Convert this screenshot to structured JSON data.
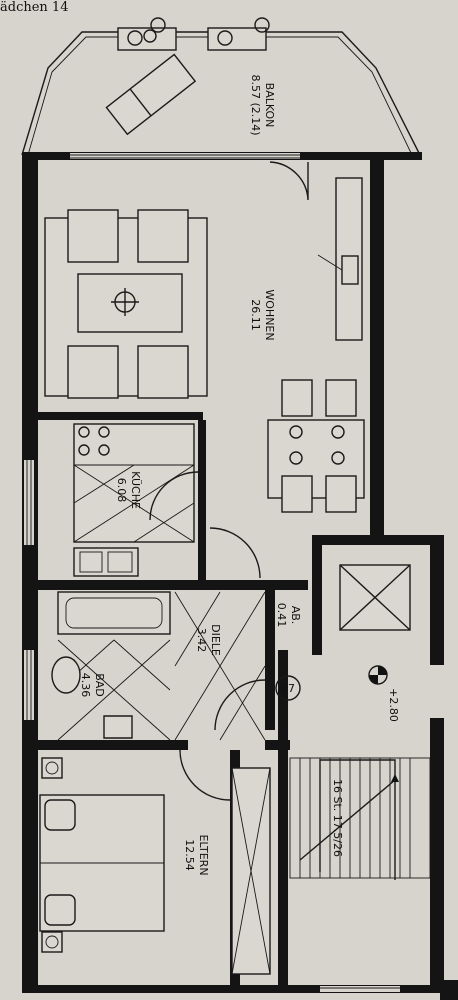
{
  "header": {
    "title": "ädchen 14"
  },
  "rooms": {
    "balkon": {
      "name": "BALKON",
      "area": "8.57 (2.14)"
    },
    "wohnen": {
      "name": "WOHNEN",
      "area": "26.11"
    },
    "kueche": {
      "name": "KÜCHE",
      "area": "6.08"
    },
    "ab": {
      "name": "AB.",
      "area": "0.41"
    },
    "diele": {
      "name": "DIELE",
      "area": "3.42"
    },
    "bad": {
      "name": "BAD",
      "area": "4.36"
    },
    "eltern": {
      "name": "ELTERN",
      "area": "12.54"
    }
  },
  "unit_number": "27",
  "elevation_mark": "+2.80",
  "stairs": {
    "label": "16 St. 17.5/26"
  },
  "colors": {
    "wall": "#141414",
    "paper": "#d6d4cc",
    "line": "#1a1a1a"
  }
}
